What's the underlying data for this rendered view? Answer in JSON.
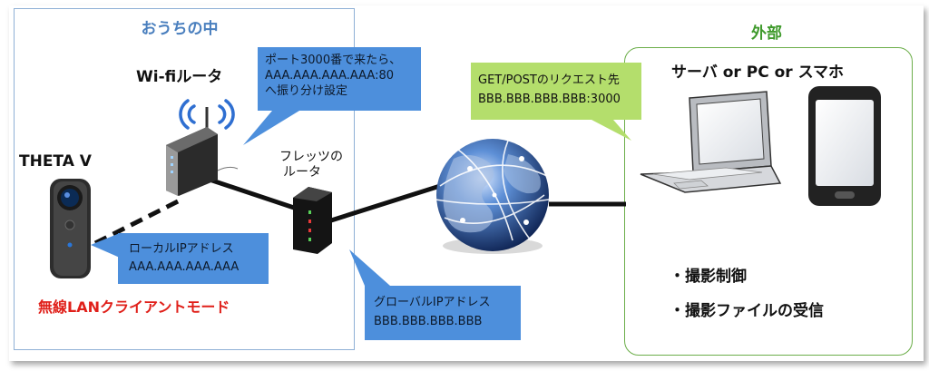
{
  "home": {
    "title": "おうちの中"
  },
  "external": {
    "title": "外部",
    "device_label": "サーバ or PC or スマホ"
  },
  "camera": {
    "label": "THETA V",
    "mode_label": "無線LANクライアントモード"
  },
  "wifi_router": {
    "label": "Wi-fiルータ"
  },
  "flets_router": {
    "label_line1": "フレッツの",
    "label_line2": "ルータ"
  },
  "callouts": {
    "port_forward": {
      "line1": "ポート3000番で来たら、",
      "line2": "AAA.AAA.AAA.AAA:80",
      "line3": "へ振り分け設定"
    },
    "request_target": {
      "line1": "GET/POSTのリクエスト先",
      "line2": "BBB.BBB.BBB.BBB:3000"
    },
    "local_ip": {
      "line1": "ローカルIPアドレス",
      "line2": "AAA.AAA.AAA.AAA"
    },
    "global_ip": {
      "line1": "グローバルIPアドレス",
      "line2": "BBB.BBB.BBB.BBB"
    }
  },
  "features": [
    "・撮影制御",
    "・撮影ファイルの受信"
  ],
  "colors": {
    "home_border": "#8fb0d6",
    "home_title": "#4a7fbe",
    "external_border": "#6cae4a",
    "external_title": "#3f9a2c",
    "blue_callout": "#4d8fdc",
    "green_callout": "#b4de6c",
    "mode_label": "#e0201a"
  }
}
